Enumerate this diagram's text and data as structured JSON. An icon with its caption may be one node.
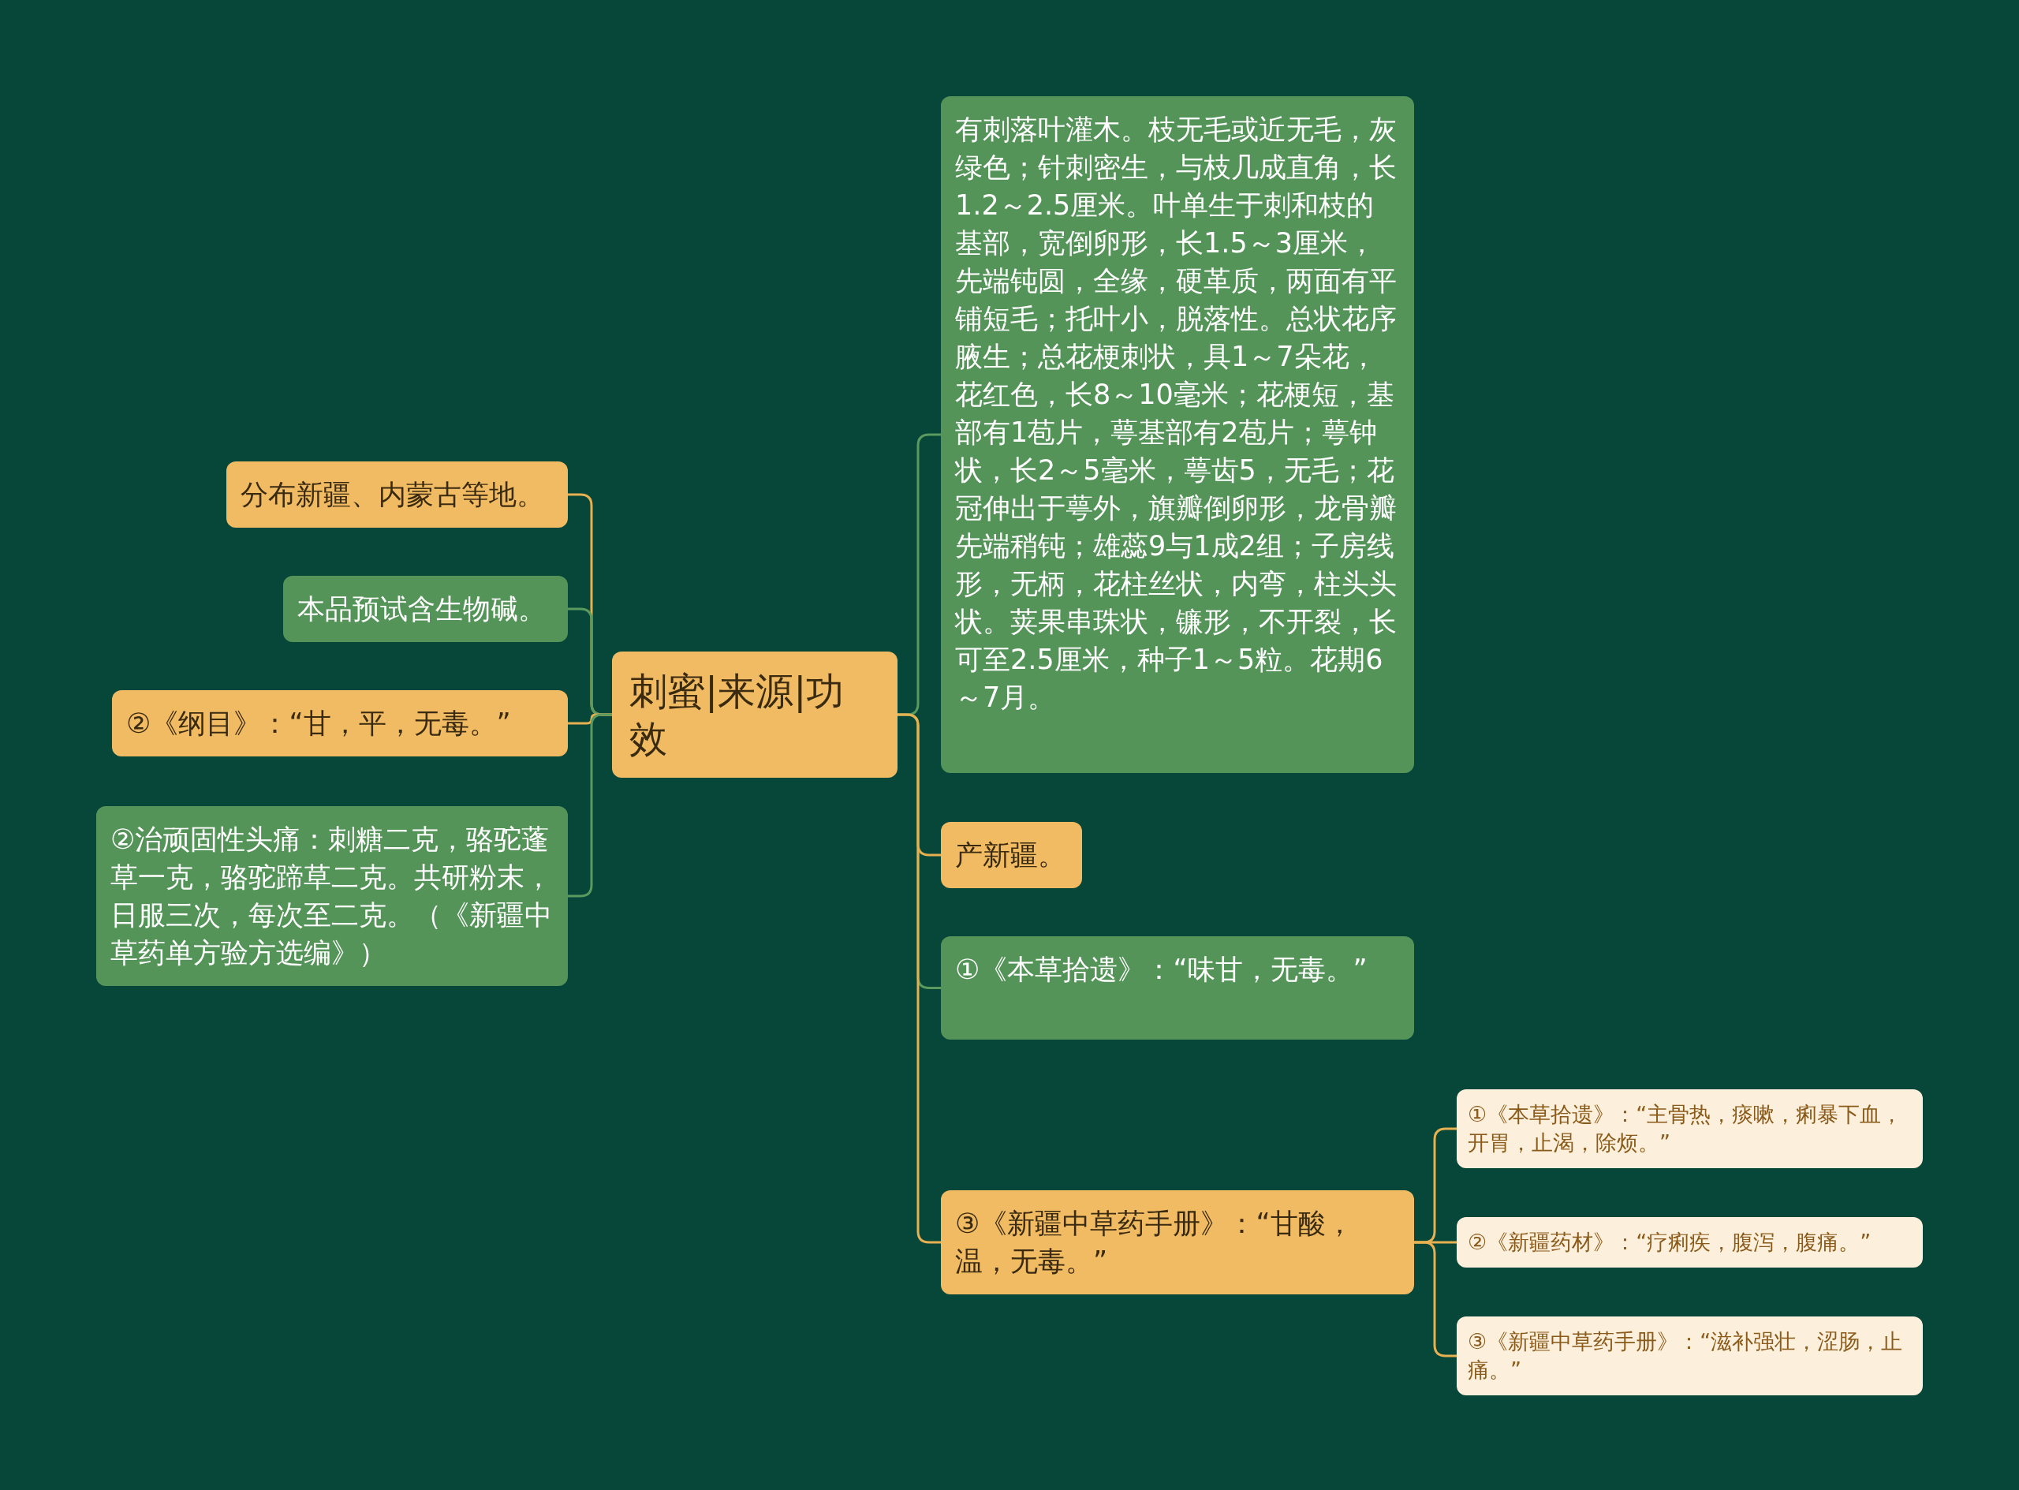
{
  "diagram": {
    "nodes": [
      {
        "text": [
          "刺蜜|来源|功效"
        ]
      },
      {
        "text": [
          "分布新疆、内蒙古等地。"
        ]
      },
      {
        "text": [
          "本品预试含生物碱。"
        ]
      },
      {
        "text": [
          "②《纲目》：“甘，平，无毒。”"
        ]
      },
      {
        "text": [
          "②治顽固性头痛：刺糖二克，骆驼蓬草一克，骆驼蹄草二克。共研粉末，日服三次，每次至二克。（《新疆中草药单方验方选编》）"
        ]
      },
      {
        "text": [
          "有刺落叶灌木。枝无毛或近无毛，灰绿色；针刺密生，与枝几成直角，长1.2～2.5厘米。叶单生于刺和枝的基部，宽倒卵形，长1.5～3厘米，先端钝圆，全缘，硬革质，两面有平铺短毛；托叶小，脱落性。总状花序腋生；总花梗刺状，具1～7朵花，花红色，长8～10毫米；花梗短，基部有1苞片，萼基部有2苞片；萼钟状，长2～5毫米，萼齿5，无毛；花冠伸出于萼外，旗瓣倒卵形，龙骨瓣先端稍钝；雄蕊9与1成2组；子房线形，无柄，花柱丝状，内弯，柱头头状。荚果串珠状，镰形，不开裂，长可至2.5厘米，种子1～5粒。花期6～7月。"
        ]
      },
      {
        "text": [
          "产新疆。"
        ]
      },
      {
        "text": [
          "①《本草拾遗》：“味甘，无毒。”"
        ]
      },
      {
        "text": [
          "③《新疆中草药手册》：“甘酸，温，无毒。”"
        ]
      },
      {
        "text": [
          "①《本草拾遗》：“主骨热，痰嗽，痢暴下血，开胃，止渴，除烦。”"
        ]
      },
      {
        "text": [
          "②《新疆药材》：“疗痢疾，腹泻，腹痛。”"
        ]
      },
      {
        "text": [
          "③《新疆中草药手册》：“滋补强壮，涩肠，止痛。”"
        ]
      }
    ],
    "edges": [
      {
        "from": 0,
        "to": 1,
        "arrow": "none"
      },
      {
        "from": 0,
        "to": 2,
        "arrow": "none",
        "color": "#5a9a5e"
      },
      {
        "from": 0,
        "to": 3,
        "arrow": "none"
      },
      {
        "from": 0,
        "to": 4,
        "arrow": "none",
        "color": "#5a9a5e"
      },
      {
        "from": 0,
        "to": 5,
        "arrow": "none",
        "color": "#5a9a5e"
      },
      {
        "from": 0,
        "to": 6,
        "arrow": "none"
      },
      {
        "from": 0,
        "to": 7,
        "arrow": "none",
        "color": "#5a9a5e"
      },
      {
        "from": 0,
        "to": 8,
        "arrow": "none"
      },
      {
        "from": 8,
        "to": 9,
        "arrow": "none"
      },
      {
        "from": 8,
        "to": 10,
        "arrow": "none"
      },
      {
        "from": 8,
        "to": 11,
        "arrow": "none"
      }
    ]
  }
}
